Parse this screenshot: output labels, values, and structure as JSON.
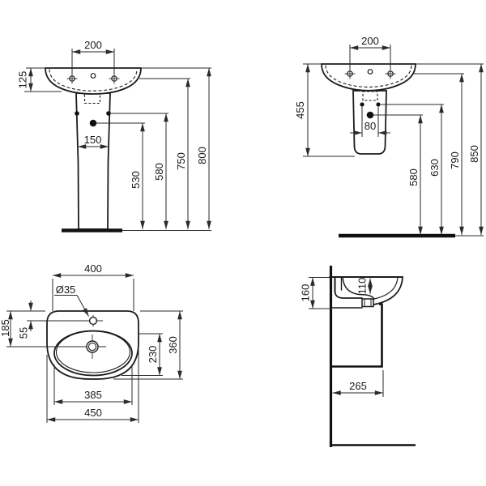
{
  "views": {
    "front_with_pedestal": {
      "dims": {
        "tap_hole_spacing": "200",
        "rim_height": "125",
        "pedestal_fixing_width": "150",
        "drain_dot_height": "530",
        "side_fixing_height": "580",
        "tap_level_height": "750",
        "total_height": "800"
      }
    },
    "front_with_semipedestal": {
      "dims": {
        "tap_hole_spacing": "200",
        "basin_semipedestal_height": "455",
        "fixing_hole_spacing": "80",
        "drain_dot_height": "580",
        "fixing_level_height": "630",
        "tap_level_height": "790",
        "rim_level_height": "850"
      }
    },
    "plan": {
      "dims": {
        "top_width": "400",
        "tap_hole_diameter": "Ø35",
        "front_to_drain": "185",
        "edge_to_tap_hole": "55",
        "bowl_depth": "230",
        "overall_depth": "360",
        "bowl_width": "385",
        "overall_width": "450"
      }
    },
    "side": {
      "dims": {
        "apron_height": "160",
        "bowl_inner_depth": "110",
        "wall_to_front": "265"
      }
    }
  }
}
